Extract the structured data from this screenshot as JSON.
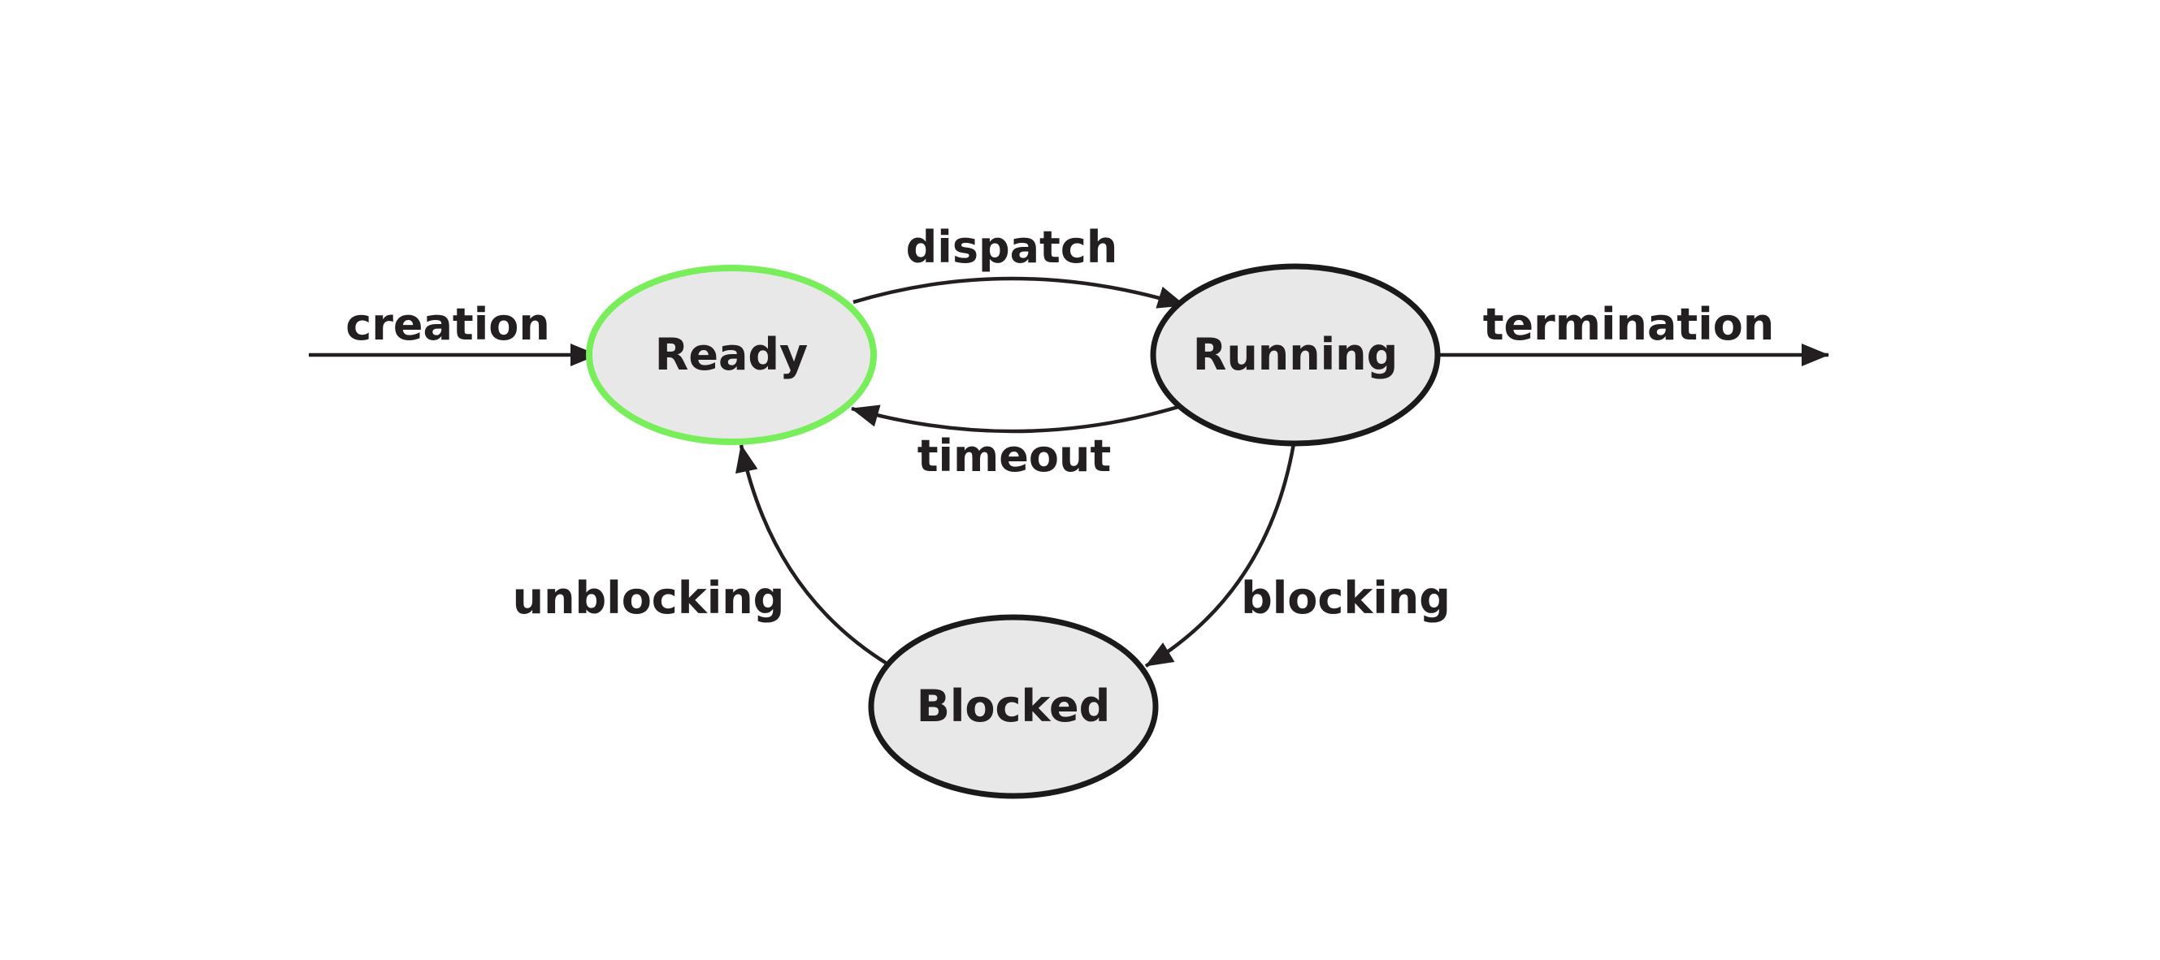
{
  "diagram": {
    "highlight_color": "#77ee5a",
    "node_fill": "#e8e8e8",
    "stroke_color": "#231f20",
    "nodes": {
      "ready": {
        "label": "Ready",
        "highlighted": true
      },
      "running": {
        "label": "Running",
        "highlighted": false
      },
      "blocked": {
        "label": "Blocked",
        "highlighted": false
      }
    },
    "edges": {
      "creation": "creation",
      "dispatch": "dispatch",
      "timeout": "timeout",
      "termination": "termination",
      "blocking": "blocking",
      "unblocking": "unblocking"
    }
  }
}
